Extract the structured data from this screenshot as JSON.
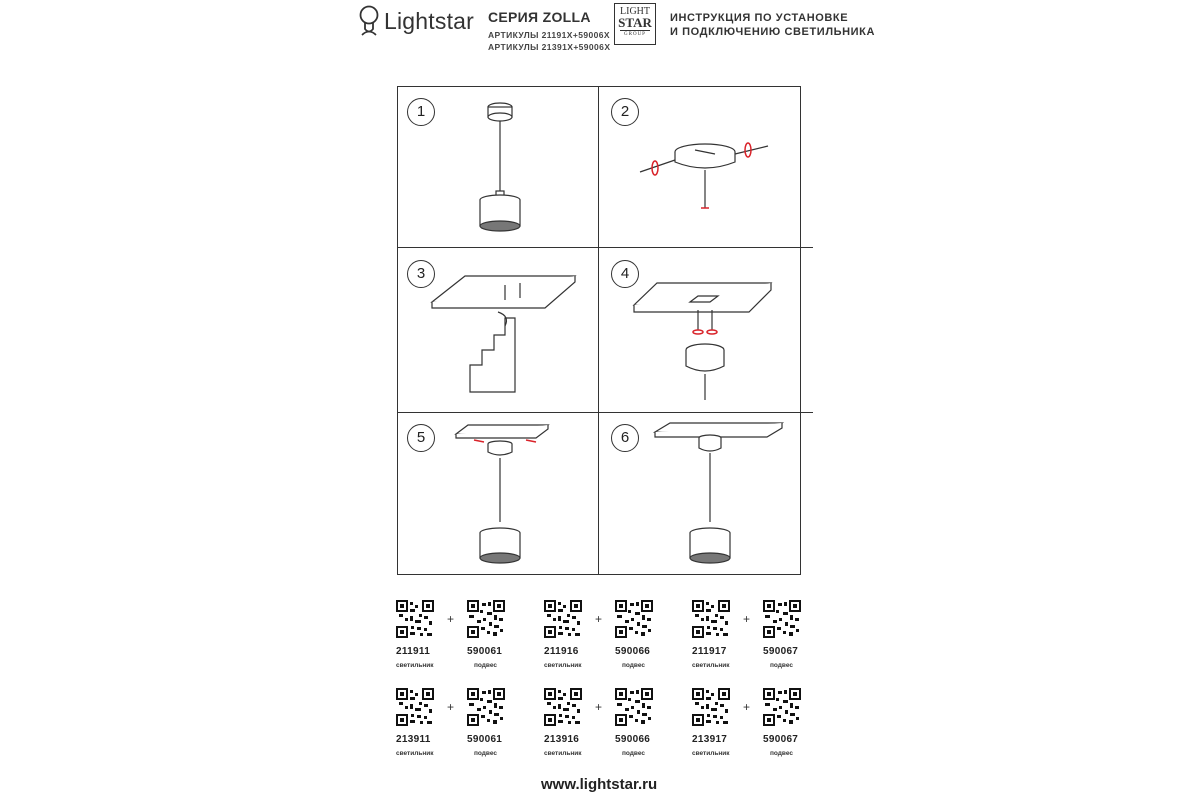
{
  "header": {
    "brand": "Lightstar",
    "series": "СЕРИЯ ZOLLA",
    "articles": [
      "АРТИКУЛЫ 21191X+59006X",
      "АРТИКУЛЫ 21391X+59006X"
    ],
    "group_logo": [
      "LIGHT",
      "STAR",
      "GROUP"
    ],
    "instructions": [
      "ИНСТРУКЦИЯ ПО УСТАНОВКЕ",
      "И ПОДКЛЮЧЕНИЮ СВЕТИЛЬНИКА"
    ]
  },
  "steps": [
    "1",
    "2",
    "3",
    "4",
    "5",
    "6"
  ],
  "products": [
    {
      "code": "211911",
      "label": "светильник",
      "pair_code": "590061",
      "pair_label": "подвес"
    },
    {
      "code": "211916",
      "label": "светильник",
      "pair_code": "590066",
      "pair_label": "подвес"
    },
    {
      "code": "211917",
      "label": "светильник",
      "pair_code": "590067",
      "pair_label": "подвес"
    },
    {
      "code": "213911",
      "label": "светильник",
      "pair_code": "590061",
      "pair_label": "подвес"
    },
    {
      "code": "213916",
      "label": "светильник",
      "pair_code": "590066",
      "pair_label": "подвес"
    },
    {
      "code": "213917",
      "label": "светильник",
      "pair_code": "590067",
      "pair_label": "подвес"
    }
  ],
  "plus_sign": "+",
  "website": "www.lightstar.ru",
  "colors": {
    "line": "#333333",
    "accent": "#d9232a"
  }
}
